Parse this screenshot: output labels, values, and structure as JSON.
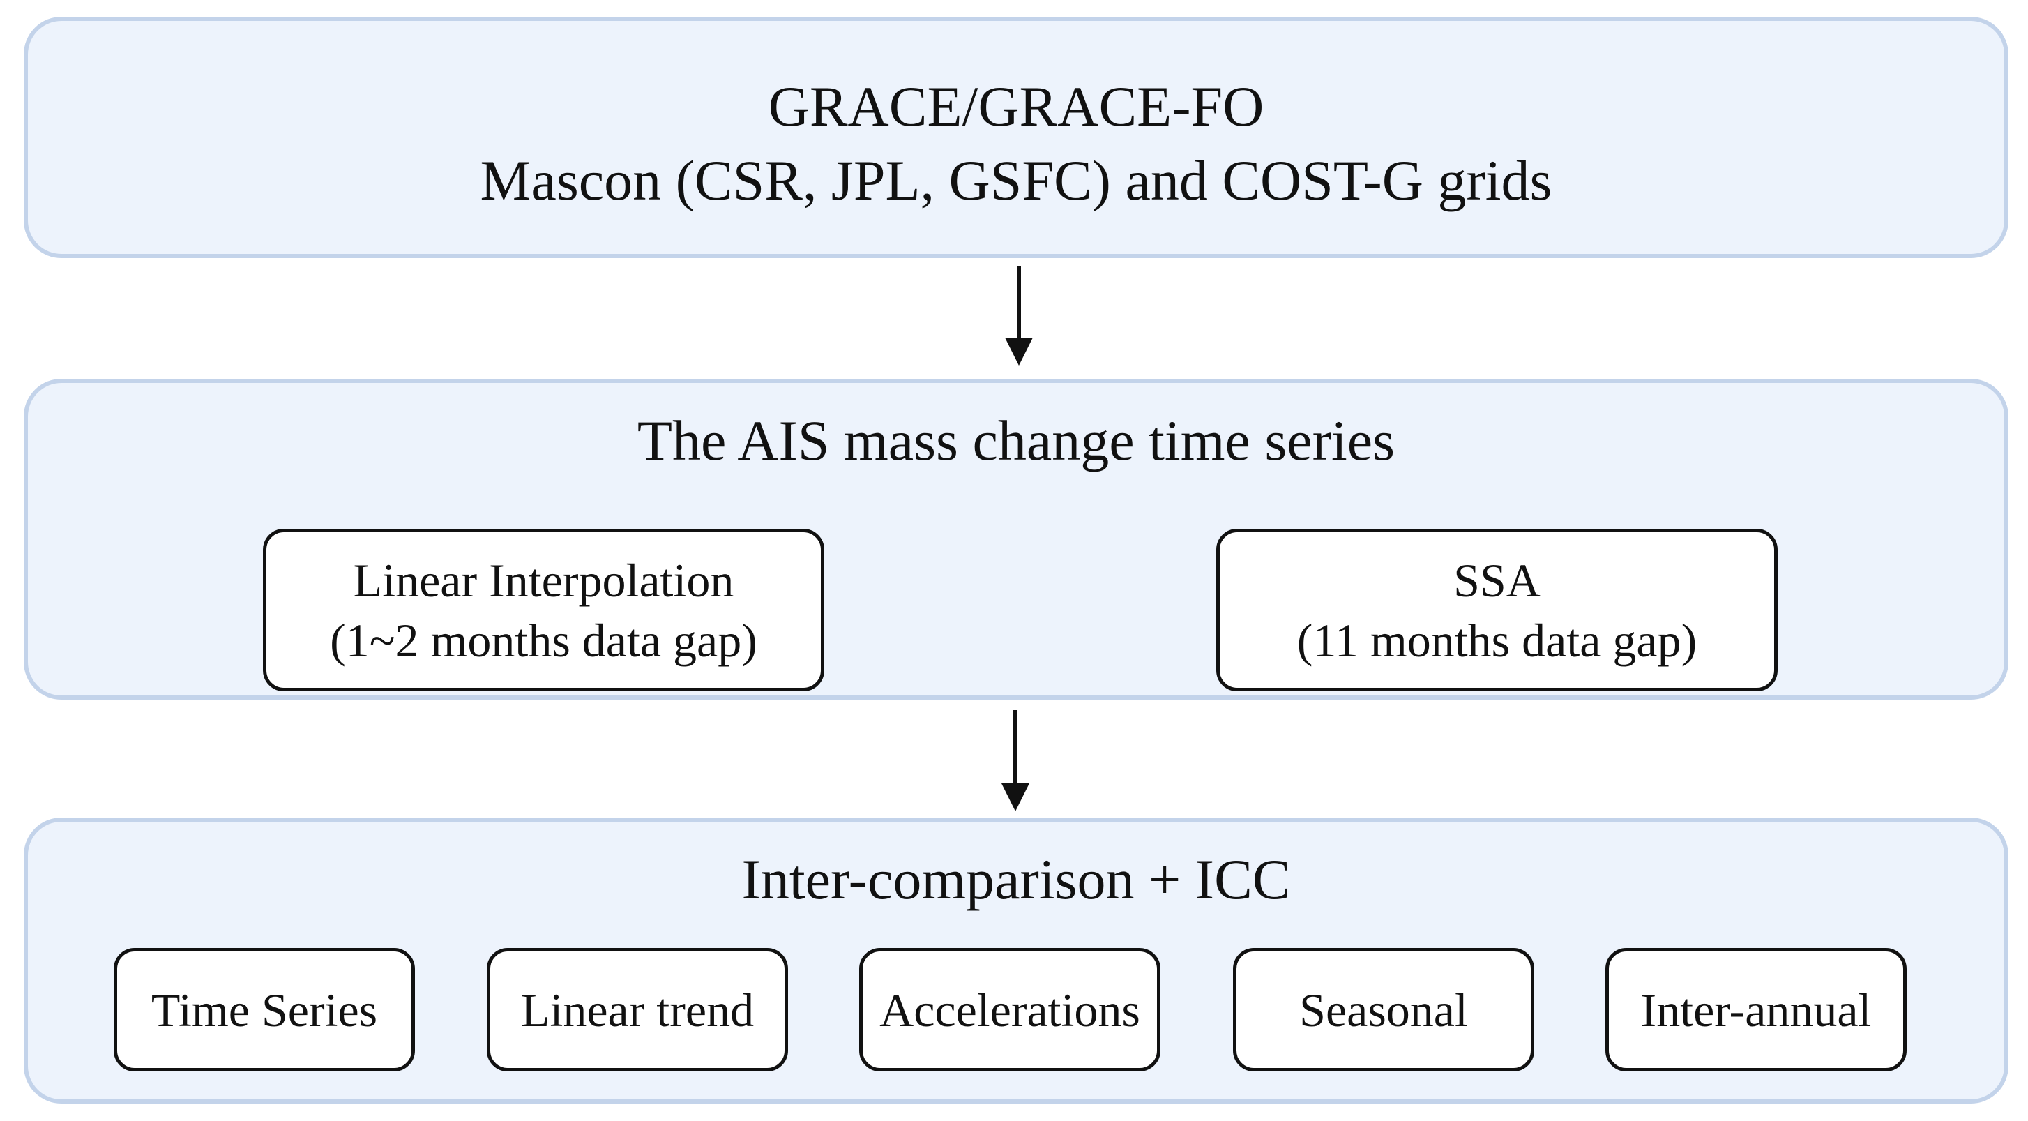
{
  "source_panel": {
    "line1": "GRACE/GRACE-FO",
    "line2": "Mascon (CSR, JPL, GSFC) and COST-G grids"
  },
  "series_panel": {
    "title": "The AIS mass change time series",
    "methods": [
      {
        "name": "Linear Interpolation",
        "detail": "(1~2 months data gap)"
      },
      {
        "name": "SSA",
        "detail": "(11 months data gap)"
      }
    ]
  },
  "compare_panel": {
    "title": "Inter-comparison + ICC",
    "metrics": [
      "Time Series",
      "Linear trend",
      "Accelerations",
      "Seasonal",
      "Inter-annual"
    ]
  },
  "colors": {
    "panel_fill": "#edf3fc",
    "panel_border": "#c3d3ea",
    "box_border": "#111111",
    "arrow": "#111111"
  },
  "icons": [
    "arrow-down-icon"
  ]
}
